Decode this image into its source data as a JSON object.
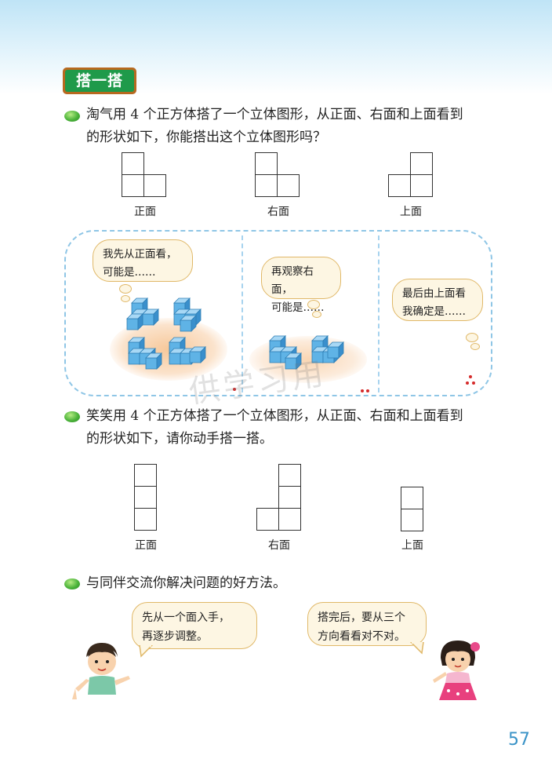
{
  "section": {
    "title": "搭一搭"
  },
  "problem1": {
    "line1": "淘气用 4 个正方体搭了一个立体图形，从正面、右面和上面看到",
    "line2": "的形状如下，你能搭出这个立体图形吗？",
    "views": {
      "front": "正面",
      "right": "右面",
      "top": "上面"
    }
  },
  "thoughts": {
    "first": {
      "line1": "我先从正面看，",
      "line2": "可能是……"
    },
    "second": {
      "line1": "再观察右面，",
      "line2": "可能是……"
    },
    "third": {
      "line1": "最后由上面看",
      "line2": "我确定是……"
    }
  },
  "problem2": {
    "line1": "笑笑用 4 个正方体搭了一个立体图形，从正面、右面和上面看到",
    "line2": "的形状如下，请你动手搭一搭。",
    "views": {
      "front": "正面",
      "right": "右面",
      "top": "上面"
    }
  },
  "problem3": {
    "line1": "与同伴交流你解决问题的好方法。"
  },
  "speech": {
    "boy": {
      "line1": "先从一个面入手，",
      "line2": "再逐步调整。"
    },
    "girl": {
      "line1": "搭完后，要从三个",
      "line2": "方向看看对不对。"
    }
  },
  "watermark": "供学习用",
  "page_number": "57",
  "colors": {
    "badge_green": "#1f9a4a",
    "badge_border": "#b7691f",
    "cube_blue": "#5fb3e6",
    "page_number": "#3a93c7"
  }
}
